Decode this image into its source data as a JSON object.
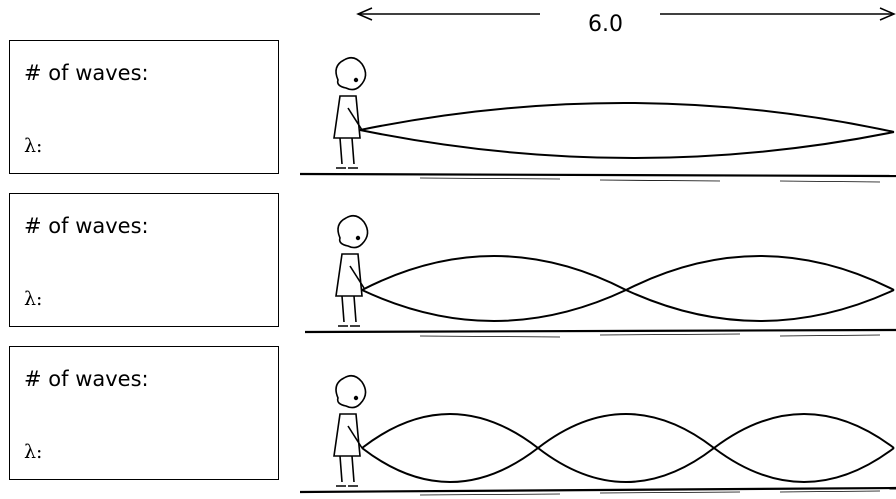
{
  "length_label": "6.0",
  "boxes": [
    {
      "waves_label": "# of waves:",
      "lambda_label": "λ:"
    },
    {
      "waves_label": "# of waves:",
      "lambda_label": "λ:"
    },
    {
      "waves_label": "# of waves:",
      "lambda_label": "λ:"
    }
  ],
  "panels": [
    {
      "loops": 1
    },
    {
      "loops": 2
    },
    {
      "loops": 3
    }
  ]
}
